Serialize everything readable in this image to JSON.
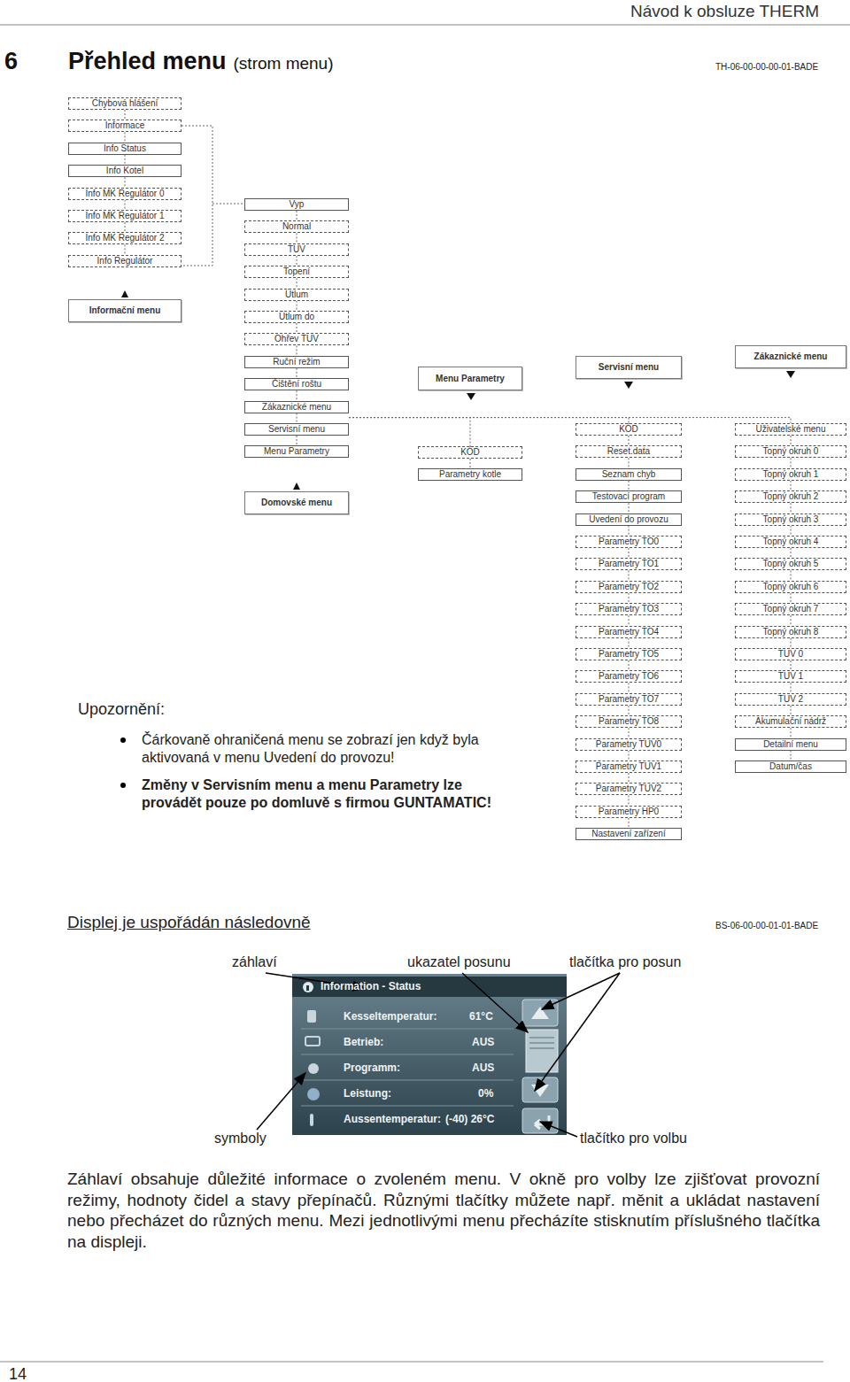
{
  "diagram": {
    "title": "Přehled menu",
    "nodes": [
      {
        "text": [
          "Chybová hlášení"
        ]
      },
      {
        "text": [
          "Informace"
        ]
      },
      {
        "text": [
          "Info Status"
        ]
      },
      {
        "text": [
          "Info Kotel"
        ]
      },
      {
        "text": [
          "Info MK Regulátor 0"
        ]
      },
      {
        "text": [
          "Info MK Regulátor 1"
        ]
      },
      {
        "text": [
          "Info MK Regulátor 2"
        ]
      },
      {
        "text": [
          "Info Regulátor"
        ]
      },
      {
        "text": [
          "Informační menu"
        ]
      },
      {
        "text": [
          "Vyp"
        ]
      },
      {
        "text": [
          "Normal"
        ]
      },
      {
        "text": [
          "TUV"
        ]
      },
      {
        "text": [
          "Topení"
        ]
      },
      {
        "text": [
          "Útlum"
        ]
      },
      {
        "text": [
          "Útlum do"
        ]
      },
      {
        "text": [
          "Ohřev TUV"
        ]
      },
      {
        "text": [
          "Ruční režim"
        ]
      },
      {
        "text": [
          "Čištění roštu"
        ]
      },
      {
        "text": [
          "Zákaznické menu"
        ]
      },
      {
        "text": [
          "Servisní menu"
        ]
      },
      {
        "text": [
          "Menu Parametry"
        ]
      },
      {
        "text": [
          "Domovské menu"
        ]
      },
      {
        "text": [
          "Menu Parametry"
        ]
      },
      {
        "text": [
          "KÓD"
        ]
      },
      {
        "text": [
          "Parametry kotle"
        ]
      },
      {
        "text": [
          "Servisní menu"
        ]
      },
      {
        "text": [
          "KÓD"
        ]
      },
      {
        "text": [
          "Reset.data"
        ]
      },
      {
        "text": [
          "Seznam chyb"
        ]
      },
      {
        "text": [
          "Testovací program"
        ]
      },
      {
        "text": [
          "Uvedení do provozu"
        ]
      },
      {
        "text": [
          "Parametry TO0"
        ]
      },
      {
        "text": [
          "Parametry TO1"
        ]
      },
      {
        "text": [
          "Parametry TO2"
        ]
      },
      {
        "text": [
          "Parametry TO3"
        ]
      },
      {
        "text": [
          "Parametry TO4"
        ]
      },
      {
        "text": [
          "Parametry TO5"
        ]
      },
      {
        "text": [
          "Parametry TO6"
        ]
      },
      {
        "text": [
          "Parametry TO7"
        ]
      },
      {
        "text": [
          "Parametry TO8"
        ]
      },
      {
        "text": [
          "Parametry TUV0"
        ]
      },
      {
        "text": [
          "Parametry TUV1"
        ]
      },
      {
        "text": [
          "Parametry TUV2"
        ]
      },
      {
        "text": [
          "Parametry HP0"
        ]
      },
      {
        "text": [
          "Nastavení zařízení"
        ]
      },
      {
        "text": [
          "Zákaznické menu"
        ]
      },
      {
        "text": [
          "Uživatelské menu"
        ]
      },
      {
        "text": [
          "Topný okruh 0"
        ]
      },
      {
        "text": [
          "Topný okruh 1"
        ]
      },
      {
        "text": [
          "Topný okruh 2"
        ]
      },
      {
        "text": [
          "Topný okruh 3"
        ]
      },
      {
        "text": [
          "Topný okruh 4"
        ]
      },
      {
        "text": [
          "Topný okruh 5"
        ]
      },
      {
        "text": [
          "Topný okruh 6"
        ]
      },
      {
        "text": [
          "Topný okruh 7"
        ]
      },
      {
        "text": [
          "Topný okruh 8"
        ]
      },
      {
        "text": [
          "TUV 0"
        ]
      },
      {
        "text": [
          "TUV 1"
        ]
      },
      {
        "text": [
          "TUV 2"
        ]
      },
      {
        "text": [
          "Akumulační nádrž"
        ]
      },
      {
        "text": [
          "Detailní menu"
        ]
      },
      {
        "text": [
          "Datum/čas"
        ]
      }
    ],
    "edges": [
      {
        "from": 0,
        "to": 1,
        "arrow": "none"
      },
      {
        "from": 1,
        "to": 2,
        "arrow": "none"
      },
      {
        "from": 2,
        "to": 3,
        "arrow": "none"
      },
      {
        "from": 3,
        "to": 4,
        "arrow": "none"
      },
      {
        "from": 4,
        "to": 5,
        "arrow": "none"
      },
      {
        "from": 5,
        "to": 6,
        "arrow": "none"
      },
      {
        "from": 6,
        "to": 7,
        "arrow": "none"
      },
      {
        "from": 9,
        "to": 10,
        "arrow": "none"
      },
      {
        "from": 10,
        "to": 11,
        "arrow": "none"
      },
      {
        "from": 11,
        "to": 12,
        "arrow": "none"
      },
      {
        "from": 12,
        "to": 13,
        "arrow": "none"
      },
      {
        "from": 13,
        "to": 14,
        "arrow": "none"
      },
      {
        "from": 14,
        "to": 15,
        "arrow": "none"
      },
      {
        "from": 15,
        "to": 16,
        "arrow": "none"
      },
      {
        "from": 16,
        "to": 17,
        "arrow": "none"
      },
      {
        "from": 17,
        "to": 18,
        "arrow": "none"
      },
      {
        "from": 18,
        "to": 19,
        "arrow": "none"
      },
      {
        "from": 19,
        "to": 20,
        "arrow": "none"
      },
      {
        "from": 18,
        "to": 23,
        "arrow": "none"
      },
      {
        "from": 18,
        "to": 26,
        "arrow": "none"
      },
      {
        "from": 18,
        "to": 46,
        "arrow": "none"
      },
      {
        "from": 23,
        "to": 24,
        "arrow": "none"
      },
      {
        "from": 26,
        "to": 27,
        "arrow": "none"
      },
      {
        "from": 27,
        "to": 28,
        "arrow": "none"
      },
      {
        "from": 28,
        "to": 29,
        "arrow": "none"
      },
      {
        "from": 29,
        "to": 30,
        "arrow": "none"
      },
      {
        "from": 30,
        "to": 31,
        "arrow": "none"
      },
      {
        "from": 31,
        "to": 32,
        "arrow": "none"
      },
      {
        "from": 32,
        "to": 33,
        "arrow": "none"
      },
      {
        "from": 33,
        "to": 34,
        "arrow": "none"
      },
      {
        "from": 34,
        "to": 35,
        "arrow": "none"
      },
      {
        "from": 35,
        "to": 36,
        "arrow": "none"
      },
      {
        "from": 36,
        "to": 37,
        "arrow": "none"
      },
      {
        "from": 37,
        "to": 38,
        "arrow": "none"
      },
      {
        "from": 38,
        "to": 39,
        "arrow": "none"
      },
      {
        "from": 39,
        "to": 40,
        "arrow": "none"
      },
      {
        "from": 40,
        "to": 41,
        "arrow": "none"
      },
      {
        "from": 41,
        "to": 42,
        "arrow": "none"
      },
      {
        "from": 42,
        "to": 43,
        "arrow": "none"
      },
      {
        "from": 43,
        "to": 44,
        "arrow": "none"
      },
      {
        "from": 46,
        "to": 47,
        "arrow": "none"
      },
      {
        "from": 47,
        "to": 48,
        "arrow": "none"
      },
      {
        "from": 48,
        "to": 49,
        "arrow": "none"
      },
      {
        "from": 49,
        "to": 50,
        "arrow": "none"
      },
      {
        "from": 50,
        "to": 51,
        "arrow": "none"
      },
      {
        "from": 51,
        "to": 52,
        "arrow": "none"
      },
      {
        "from": 52,
        "to": 53,
        "arrow": "none"
      },
      {
        "from": 53,
        "to": 54,
        "arrow": "none"
      },
      {
        "from": 54,
        "to": 55,
        "arrow": "none"
      },
      {
        "from": 55,
        "to": 56,
        "arrow": "none"
      },
      {
        "from": 56,
        "to": 57,
        "arrow": "none"
      },
      {
        "from": 57,
        "to": 58,
        "arrow": "none"
      },
      {
        "from": 58,
        "to": 59,
        "arrow": "none"
      },
      {
        "from": 59,
        "to": 60,
        "arrow": "none"
      },
      {
        "from": 60,
        "to": 61,
        "arrow": "none"
      }
    ],
    "labels": [
      "Návod k obsluze THERM",
      "6",
      "(strom menu)",
      "TH-06-00-00-00-01-BADE",
      "Upozornění:",
      "Čárkovaně ohraničená menu se zobrazí jen když byla aktivovaná v menu Uvedení do provozu!",
      "Změny v Servisním menu a menu Parametry lze provádět pouze po domluvě s firmou GUNTAMATIC!",
      "Displej je uspořádán následovně",
      "BS-06-00-00-01-01-BADE",
      "záhlaví",
      "ukazatel posunu",
      "tlačítka pro posun",
      "symboly",
      "tlačítko pro volbu",
      "Information - Status",
      "Kesseltemperatur:",
      "61°C",
      "Betrieb:",
      "AUS",
      "Programm:",
      "AUS",
      "Leistung:",
      "0%",
      "Aussentemperatur:",
      "(-40) 26°C",
      "Záhlaví obsahuje důležité informace o zvoleném menu. V okně pro volby lze zjišťovat provozní režimy, hodnoty čidel a stavy přepínačů. Různými tlačítky můžete např. měnit a ukládat nastavení nebo přecházet do různých menu. Mezi jednotlivými menu přecházíte stisknutím příslušného tlačítka na displeji.",
      "14"
    ]
  }
}
